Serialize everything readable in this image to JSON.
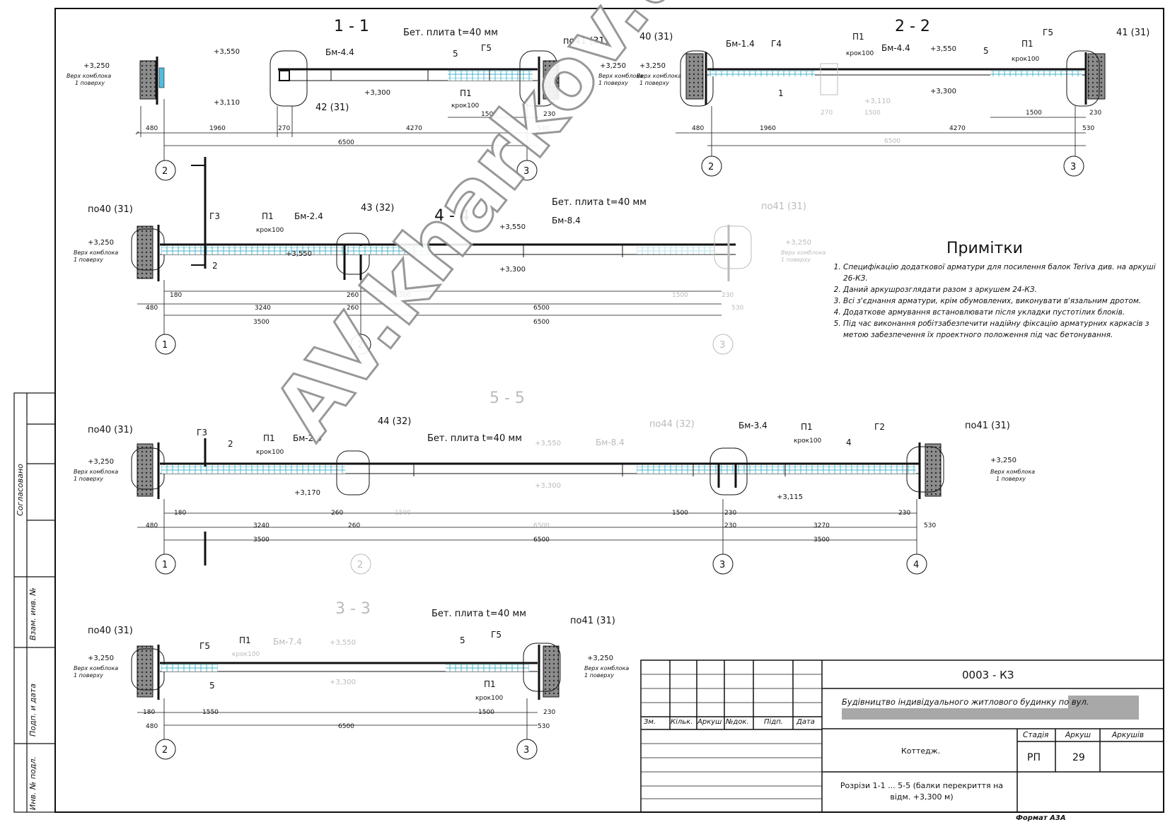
{
  "sections": {
    "s11": {
      "title": "1 - 1",
      "slab": "Бет. плита t=40 мм",
      "beam": "Бм-4.4",
      "g": "Г5",
      "p1": "П1",
      "step": "крок100",
      "n5": "5",
      "wall_right": "по41 (31)",
      "beam_support": "42 (31)",
      "lv_top": "+3,550",
      "lv_mid": "+3,300",
      "lv_bot": "+3,110",
      "lv_left": "+3,250",
      "lv_right": "+3,250",
      "note": "Верх комблока",
      "note2": "1 поверху",
      "dims": [
        "480",
        "1960",
        "270",
        "4270",
        "530",
        "230",
        "1500",
        "6500"
      ],
      "axes": [
        "2",
        "3"
      ]
    },
    "s22": {
      "title": "2 - 2",
      "beam1": "Бм-1.4",
      "g4": "Г4",
      "beam2": "Бм-4.4",
      "p1": "П1",
      "step": "крок100",
      "g5": "Г5",
      "n5": "5",
      "n1": "1",
      "wall_left": "40 (31)",
      "wall_right": "41 (31)",
      "lv_top": "+3,550",
      "lv_mid": "+3,300",
      "lv_bot": "+3,110",
      "lv_left": "+3,250",
      "note": "Верх комблока",
      "note2": "1 поверху",
      "dims": [
        "480",
        "1960",
        "270",
        "1500",
        "4270",
        "530",
        "230",
        "1500",
        "6500"
      ],
      "axes": [
        "2",
        "3"
      ]
    },
    "s44": {
      "title": "4 - 4",
      "slab": "Бет. плита t=40 мм",
      "beam1": "Бм-2.4",
      "beam2": "Бм-8.4",
      "g3": "Г3",
      "p1": "П1",
      "step": "крок100",
      "n2": "2",
      "wall_left": "по40 (31)",
      "support": "43 (32)",
      "wall_right": "по41 (31)",
      "lv_top": "+3,550",
      "lv_mid": "+3,300",
      "lv_550": "+3,550",
      "lv_left": "+3,250",
      "lv_right": "+3,250",
      "note": "Верх комблока",
      "note2": "1 поверху",
      "dims": [
        "180",
        "480",
        "3240",
        "260",
        "260",
        "1500",
        "1500",
        "230",
        "530",
        "3500",
        "6500",
        "6500"
      ],
      "axes": [
        "1",
        "2",
        "3"
      ]
    },
    "s55": {
      "title": "5 - 5",
      "slab": "Бет. плита t=40 мм",
      "beam1": "Бм-2.4",
      "beam2": "Бм-8.4",
      "beam3": "Бм-3.4",
      "g3": "Г3",
      "g2": "Г2",
      "p1": "П1",
      "step": "крок100",
      "n2": "2",
      "n4": "4",
      "wall_left": "по40 (31)",
      "support1": "44 (32)",
      "support2": "по44 (32)",
      "wall_right": "по41 (31)",
      "lv_top": "+3,550",
      "lv_mid": "+3,300",
      "lv_170": "+3,170",
      "lv_115": "+3,115",
      "lv_left": "+3,250",
      "lv_right": "+3,250",
      "note": "Верх комблока",
      "note2": "1 поверху",
      "dims": [
        "480",
        "180",
        "3240",
        "260",
        "260",
        "1500",
        "6500",
        "230",
        "1500",
        "230",
        "3270",
        "230",
        "530",
        "3500",
        "6500",
        "3500"
      ],
      "axes": [
        "1",
        "2",
        "3",
        "4"
      ]
    },
    "s33": {
      "title": "3 - 3",
      "slab": "Бет. плита t=40 мм",
      "beam": "Бм-7.4",
      "g5": "Г5",
      "p1": "П1",
      "step": "крок100",
      "n5": "5",
      "wall_left": "по40 (31)",
      "wall_right": "по41 (31)",
      "lv_top": "+3,550",
      "lv_mid": "+3,300",
      "lv_left": "+3,250",
      "lv_right": "+3,250",
      "note": "Верх комблока",
      "note2": "1 поверху",
      "dims": [
        "180",
        "480",
        "1550",
        "6500",
        "1500",
        "230",
        "530"
      ],
      "axes": [
        "2",
        "3"
      ]
    }
  },
  "notes": {
    "title": "Примітки",
    "items": [
      "Специфікацію додаткової арматури для посилення балок Teriva див. на аркуші 26-КЗ.",
      "Даний аркушрозглядати разом з аркушем 24-КЗ.",
      "Всі з'єднання арматури, крім обумовлених, виконувати в'язальним дротом.",
      "Додаткове армування встановлювати після укладки пустотілих блоків.",
      "Під час виконання робітзабезпечити надійну фіксацію арматурних каркасів з метою забезпечення їх проектного положення під час бетонування."
    ]
  },
  "title_block": {
    "code": "0003 - КЗ",
    "project": "Будівництво індивідуального житлового будинку по вул.",
    "object": "Коттедж.",
    "sheet_title": "Розрізи 1-1 ... 5-5 (балки перекриття на відм. +3,300 м)",
    "headers": [
      "Зм.",
      "Кільк.",
      "Аркуш",
      "№док.",
      "Підп.",
      "Дата"
    ],
    "stage_label": "Стадія",
    "sheet_label": "Аркуш",
    "sheets_label": "Аркушів",
    "stage": "РП",
    "sheet": "29",
    "format": "Формат А3А"
  },
  "side_stamp": [
    "Согласовано",
    "Взам. инв. №",
    "Подп. и дата",
    "Инв. № подл."
  ],
  "watermark": "AV.kharkov.ua"
}
